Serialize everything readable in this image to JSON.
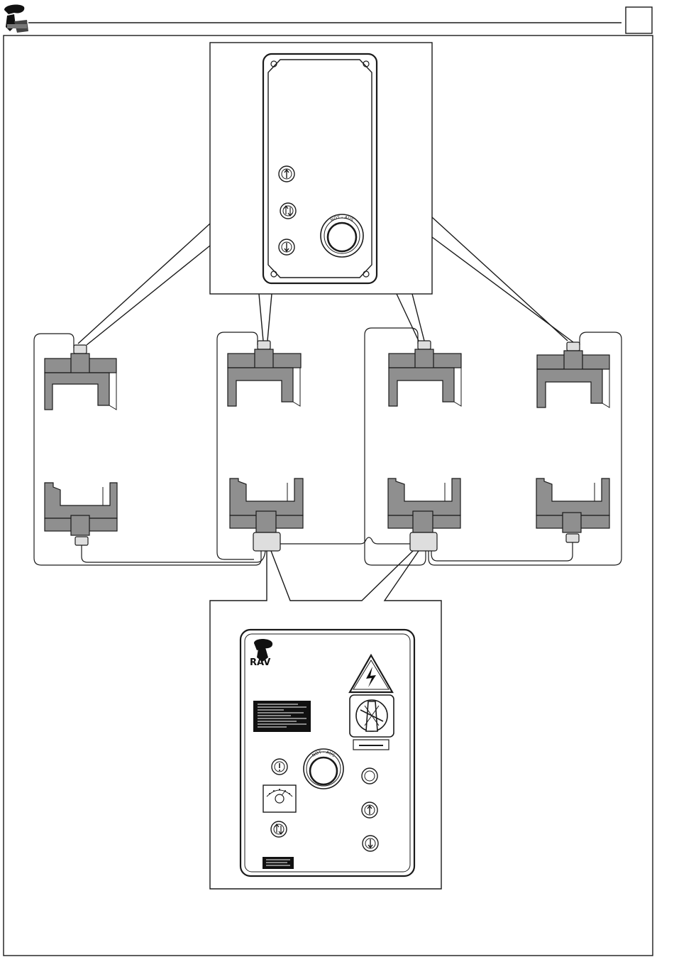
{
  "header": {
    "page_number": ""
  },
  "logo": {
    "text": "RAV"
  },
  "pendant": {
    "emergency_label": "NOT - AUS",
    "buttons": [
      "up-arrow-icon",
      "up-down-arrows-icon",
      "down-arrow-icon"
    ]
  },
  "main_panel": {
    "logo_text": "RAV",
    "emergency_label": "NOT - AUS",
    "icons": [
      "high-voltage-warning-icon",
      "main-switch-icon",
      "indicator-lamp-icon",
      "voltmeter-icon",
      "up-arrow-icon",
      "down-arrow-icon",
      "up-down-arrows-icon"
    ]
  },
  "colors": {
    "line": "#1a1a1a",
    "lift_gray": "#8f8f8f",
    "connector_light": "#dedede",
    "background": "#ffffff",
    "label_black": "#111111"
  }
}
